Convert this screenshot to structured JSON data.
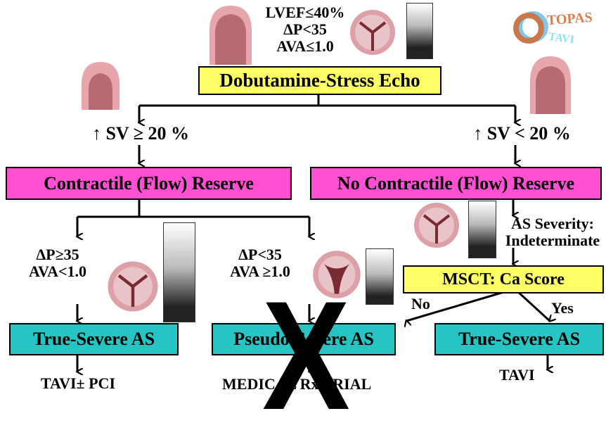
{
  "logo": {
    "line1": "TOPAS",
    "line2": "TAVI",
    "colors": {
      "ring_outer": "#c8784a",
      "ring_inner": "#7cc8ee",
      "text1": "#d98050",
      "text2": "#8fe4f0"
    }
  },
  "criteria_top": [
    "LVEF≤40%",
    "ΔP<35",
    "AVA≤1.0"
  ],
  "start_box": "Dobutamine-Stress Echo",
  "left_branch": {
    "condition": "↑ SV ≥ 20 %",
    "box": "Contractile (Flow) Reserve",
    "sub_left": {
      "criteria": [
        "ΔP≥35",
        "AVA<1.0"
      ],
      "box": "True-Severe AS",
      "outcome": "TAVI± PCI"
    },
    "sub_right": {
      "criteria": [
        "ΔP<35",
        "AVA ≥1.0"
      ],
      "box": "Pseudo-Severe AS",
      "outcome": "MEDICAL Rx TRIAL",
      "crossed_out_mark": "X"
    }
  },
  "right_branch": {
    "condition": "↑ SV < 20 %",
    "box": "No Contractile (Flow) Reserve",
    "severity": [
      "AS Severity:",
      "Indeterminate"
    ],
    "test_box": "MSCT: Ca Score",
    "no_label": "No",
    "yes_label": "Yes",
    "yes_box": "True-Severe AS",
    "yes_outcome": "TAVI"
  },
  "colors": {
    "yellow": "#ffff66",
    "magenta": "#ff4fd2",
    "cyan": "#27c4c4"
  }
}
